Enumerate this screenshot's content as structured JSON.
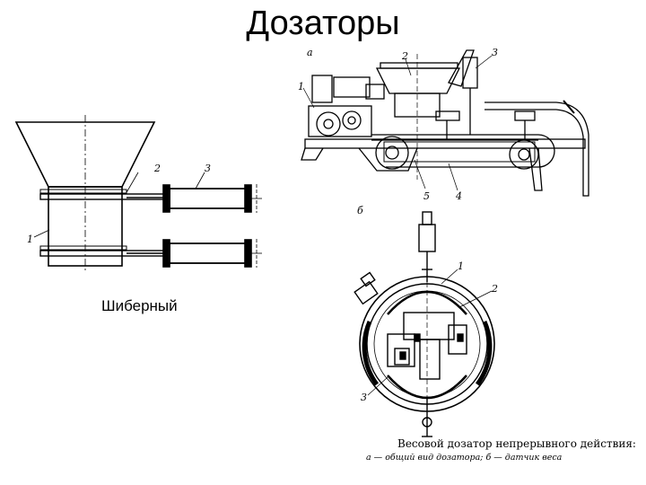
{
  "slide": {
    "title": "Дозаторы",
    "left_caption": "Шиберный"
  },
  "left_drawing": {
    "labels": [
      "1",
      "2",
      "3"
    ]
  },
  "right_drawing": {
    "view_a_letter": "а",
    "view_b_letter": "б",
    "view_a_labels": [
      "1",
      "2",
      "3",
      "4",
      "5"
    ],
    "view_b_labels": [
      "1",
      "2",
      "3"
    ],
    "caption_line1": "Весовой дозатор непрерывного действия:",
    "caption_line2": "а — общий вид дозатора; б — датчик веса"
  }
}
